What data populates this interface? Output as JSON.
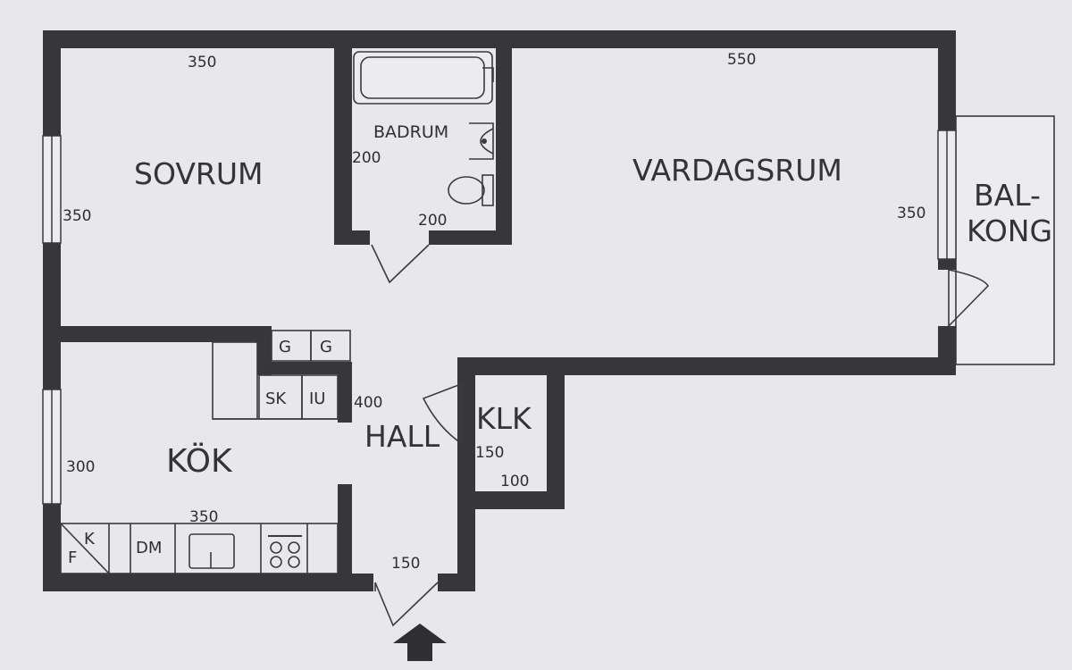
{
  "rooms": {
    "bedroom": "SOVRUM",
    "bathroom": "BADRUM",
    "living_room": "VARDAGSRUM",
    "balcony_line1": "BAL-",
    "balcony_line2": "KONG",
    "kitchen": "KÖK",
    "hall": "HALL",
    "closet": "KLK"
  },
  "dimensions": {
    "bedroom_width": "350",
    "bedroom_depth": "350",
    "bathroom_depth": "200",
    "bathroom_width": "200",
    "living_width": "550",
    "living_depth": "350",
    "hall_width": "400",
    "closet_depth": "150",
    "closet_width": "100",
    "kitchen_depth": "300",
    "kitchen_width": "350",
    "entrance_width": "150"
  },
  "appliances": {
    "g1": "G",
    "g2": "G",
    "sk": "SK",
    "iu": "IU",
    "dm": "DM",
    "f": "F",
    "k": "K"
  },
  "icons": {
    "entrance": "entrance-arrow-icon"
  },
  "colors": {
    "wall": "#36363b",
    "background": "#e8e8ea"
  }
}
